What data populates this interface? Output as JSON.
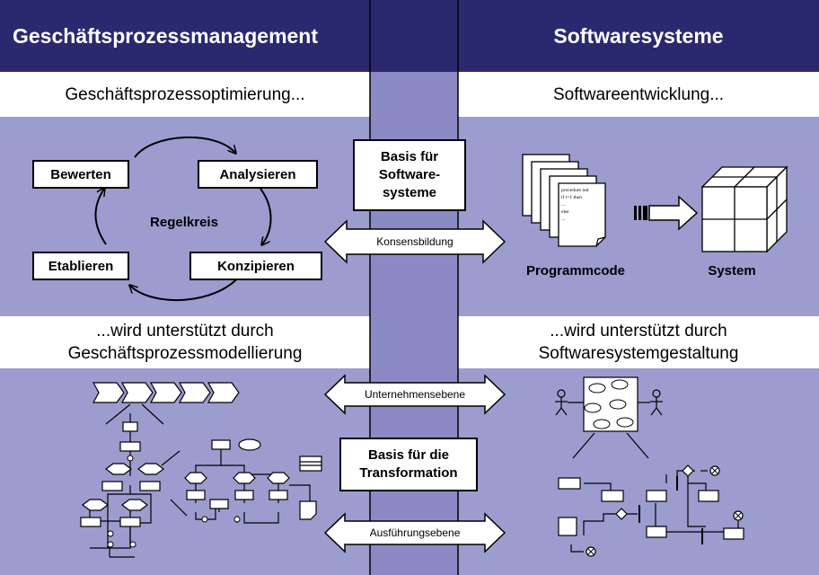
{
  "header": {
    "left_title": "Geschäftsprozessmanagement",
    "right_title": "Softwaresysteme"
  },
  "left": {
    "band1": "Geschäftsprozessoptimierung...",
    "cycle": {
      "bewerten": "Bewerten",
      "analysieren": "Analysieren",
      "etablieren": "Etablieren",
      "konzipieren": "Konzipieren",
      "center": "Regelkreis"
    },
    "band2_line1": "...wird unterstützt durch",
    "band2_line2": "Geschäftsprozessmodellierung"
  },
  "right": {
    "band1": "Softwareentwicklung...",
    "programmcode": "Programmcode",
    "system": "System",
    "code_lines": [
      "procedure init",
      "if i=1 then",
      "...",
      "else",
      "..."
    ],
    "band2_line1": "...wird unterstützt durch",
    "band2_line2": "Softwaresystemgestaltung"
  },
  "center": {
    "box1": "Basis für Software-systeme",
    "box2": "Basis für die Transformation",
    "arrow1": "Konsensbildung",
    "arrow2": "Unternehmensebene",
    "arrow3": "Ausführungsebene"
  },
  "colors": {
    "header": "#2a2970",
    "panel": "#9c9ccf",
    "middle_column": "#8b8ac4"
  }
}
